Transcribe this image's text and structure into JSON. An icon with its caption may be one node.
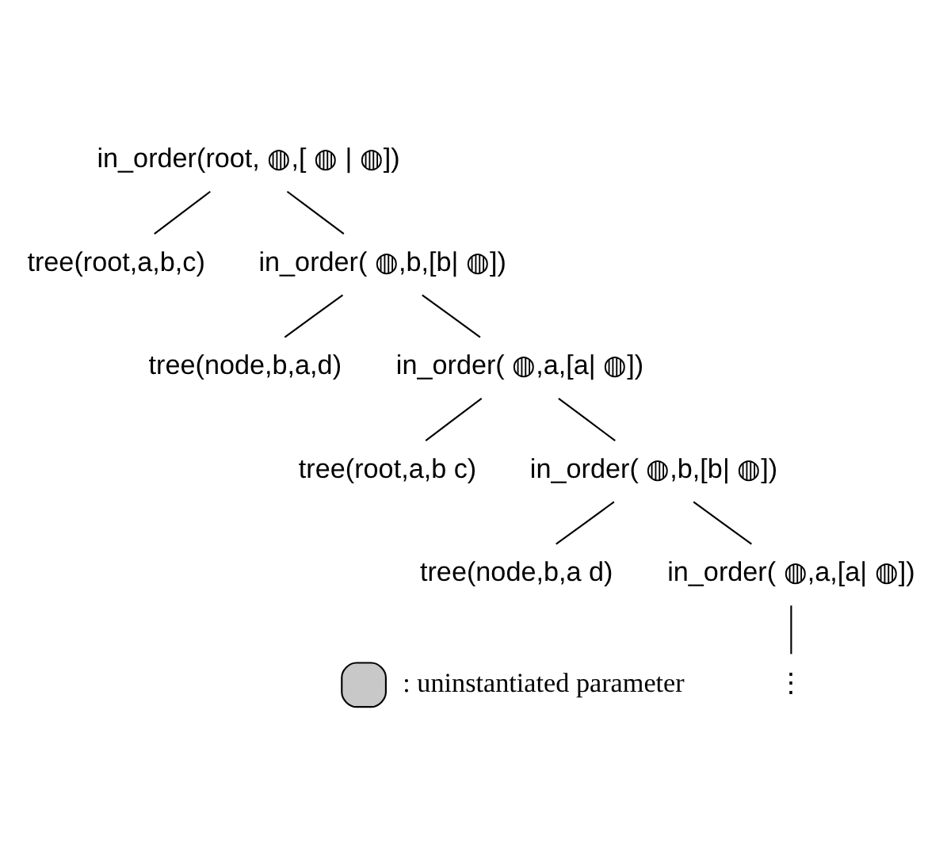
{
  "diagram": {
    "nodes": [
      {
        "text": [
          "in_order(root, ◍,[ ◍ | ◍])"
        ]
      },
      {
        "text": [
          "tree(root,a,b,c)"
        ]
      },
      {
        "text": [
          "in_order( ◍,b,[b| ◍])"
        ]
      },
      {
        "text": [
          "tree(node,b,a,d)"
        ]
      },
      {
        "text": [
          "in_order( ◍,a,[a| ◍])"
        ]
      },
      {
        "text": [
          "tree(root,a,b c)"
        ]
      },
      {
        "text": [
          "in_order( ◍,b,[b| ◍])"
        ]
      },
      {
        "text": [
          "tree(node,b,a d)"
        ]
      },
      {
        "text": [
          "in_order( ◍,a,[a| ◍])"
        ]
      },
      {
        "text": [
          "⋮"
        ]
      }
    ],
    "edges": [
      {
        "from": 0,
        "to": 1,
        "arrow": "none"
      },
      {
        "from": 0,
        "to": 2,
        "arrow": "none"
      },
      {
        "from": 2,
        "to": 3,
        "arrow": "none"
      },
      {
        "from": 2,
        "to": 4,
        "arrow": "none"
      },
      {
        "from": 4,
        "to": 5,
        "arrow": "none"
      },
      {
        "from": 4,
        "to": 6,
        "arrow": "none"
      },
      {
        "from": 6,
        "to": 7,
        "arrow": "none"
      },
      {
        "from": 6,
        "to": 8,
        "arrow": "none"
      },
      {
        "from": 8,
        "to": 9,
        "arrow": "none"
      }
    ],
    "legend": [
      {
        "text": ": uninstantiated parameter"
      }
    ]
  }
}
